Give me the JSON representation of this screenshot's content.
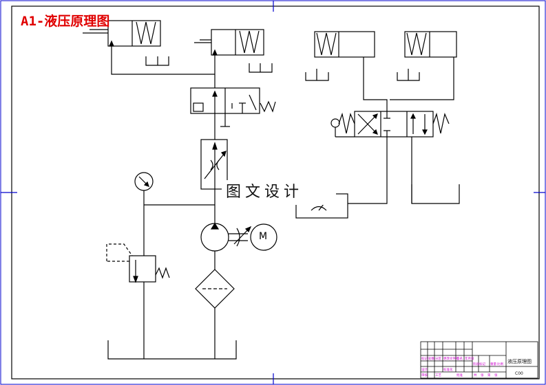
{
  "drawing": {
    "title": "A1-液压原理图",
    "watermark": "图文设计",
    "motor_symbol": "M",
    "title_block": {
      "drawing_name": "液压原理图",
      "code": "C00",
      "red_labels": [
        "标记",
        "处数",
        "分区",
        "更改文件号",
        "签名",
        "年月日"
      ],
      "red_labels_bottom": [
        "设计",
        "标准化",
        "阶段标记",
        "重量",
        "比例"
      ],
      "red_labels_bottom2": [
        "审核",
        "工艺",
        "批准"
      ],
      "red_labels_sheet": [
        "共",
        "张",
        "第",
        "张"
      ]
    }
  },
  "colors": {
    "line": "#000000",
    "frame_marks": "#0000cc",
    "title_red": "#e00000",
    "table_red": "#cc00cc"
  }
}
